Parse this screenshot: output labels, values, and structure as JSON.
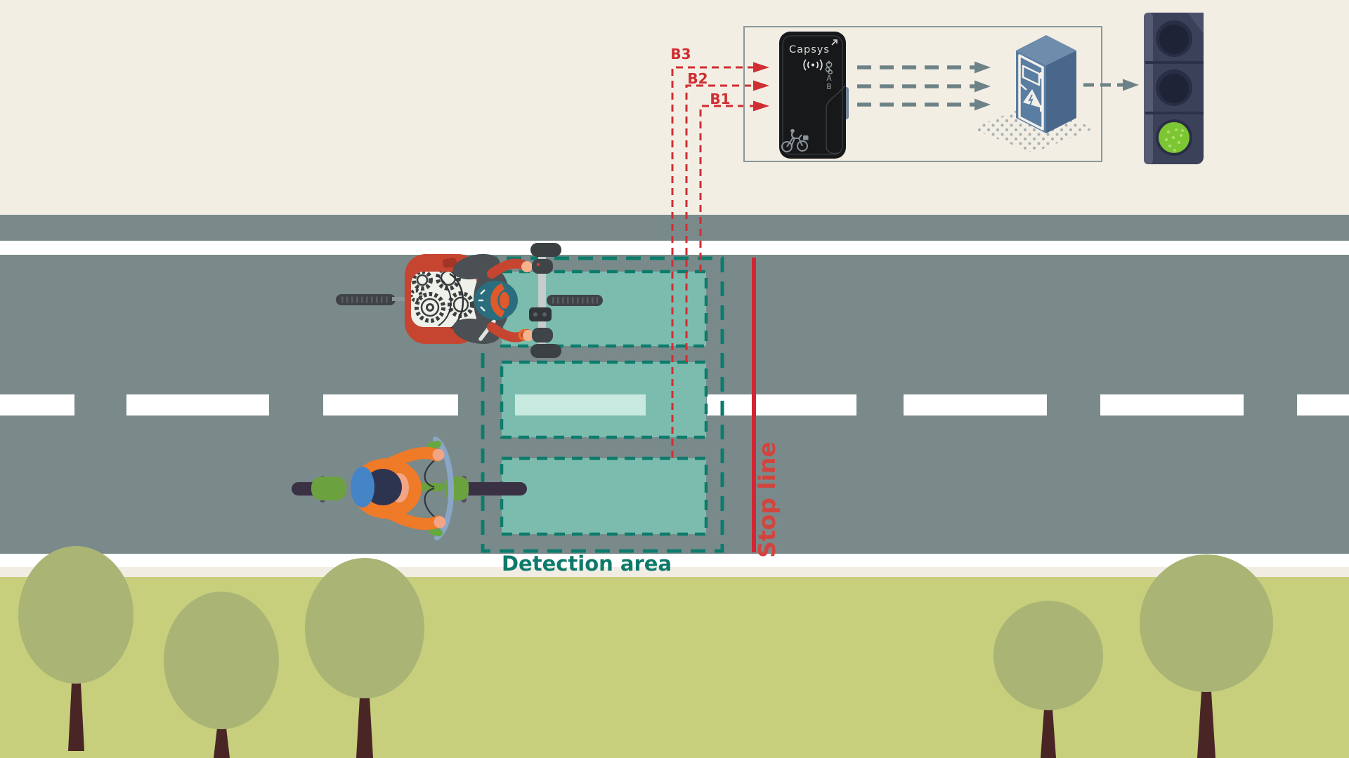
{
  "labels": {
    "b1": "B1",
    "b2": "B2",
    "b3": "B3",
    "stop_line": "Stop line",
    "detection_area": "Detection area"
  },
  "device": {
    "brand": "Capsys",
    "port_a": "A",
    "port_b": "B"
  },
  "traffic_light": {
    "active_light": "green"
  },
  "colors": {
    "background": "#f3eee4",
    "road": "#7a8a8b",
    "marking_white": "#ffffff",
    "grass": "#c7cf7c",
    "tree_canopy": "#a9b475",
    "tree_trunk": "#4a2526",
    "detection_fill": "#7cbcae",
    "detection_stroke": "#0d7c6c",
    "detection_label": "#0d7a6b",
    "loop_red": "#cf2e33",
    "stop_line_red": "#d32533",
    "stop_line_label": "#d2453e",
    "arrow_gray": "#6d8286",
    "cabinet_blue": "#5a7da2",
    "device_black": "#17181a",
    "green_light": "#7cc633"
  }
}
